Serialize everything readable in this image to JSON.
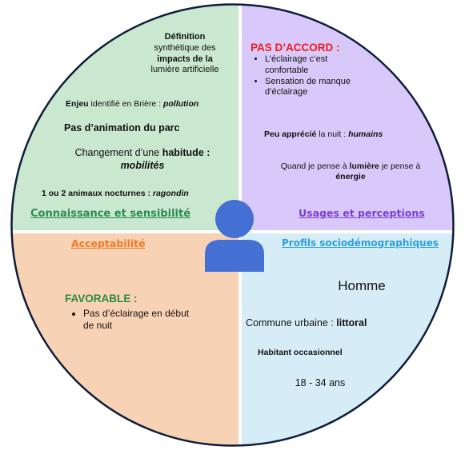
{
  "colors": {
    "q1": "#c9e8cf",
    "q2": "#d9c9fa",
    "q3": "#f8d2b5",
    "q4": "#d6edf8",
    "outline": "#0e1d3a",
    "divider": "#ffffff",
    "person": "#4470d3",
    "title_green": "#2b8c4e",
    "title_purple": "#7b3fd6",
    "title_orange": "#f07a23",
    "title_blue": "#2c9fe0",
    "red": "#ee1c1c",
    "favorable_green": "#2c8a3c"
  },
  "icons": {
    "center": "person-icon"
  },
  "q1": {
    "title": "Connaissance et sensibilité",
    "def_line1": "Définition",
    "def_line2": "synthétique des",
    "def_line3": "impacts de la",
    "def_line4": "lumière artificielle",
    "enjeu_label": "Enjeu",
    "enjeu_text": " identifié en Brière : ",
    "enjeu_value": "pollution",
    "animation": "Pas d’animation du  parc",
    "changement_text": "Changement d’une ",
    "changement_bold": "habitude :",
    "changement_value": "mobilités",
    "animaux_text": "1 ou 2 animaux nocturnes : ",
    "animaux_value": "ragondin"
  },
  "q2": {
    "title": "Usages et perceptions",
    "heading": "PAS D’ACCORD :",
    "bullets": [
      "L’éclairage c’est confortable",
      "Sensation de manque d’éclairage"
    ],
    "peu_bold": "Peu apprécié",
    "peu_text": " la nuit : ",
    "peu_value": "humains",
    "quand_text": "Quand je pense à ",
    "quand_bold": "lumière",
    "quand_text2": " je pense à",
    "energie": "énergie"
  },
  "q3": {
    "title": "Acceptabilité",
    "heading": "FAVORABLE :",
    "bullets": [
      "Pas d’éclairage en début de nuit"
    ]
  },
  "q4": {
    "title": "Profils sociodémographiques",
    "homme": "Homme",
    "commune_text": "Commune urbaine : ",
    "commune_value": "littoral",
    "habitant": "Habitant occasionnel",
    "age": "18 - 34 ans"
  }
}
